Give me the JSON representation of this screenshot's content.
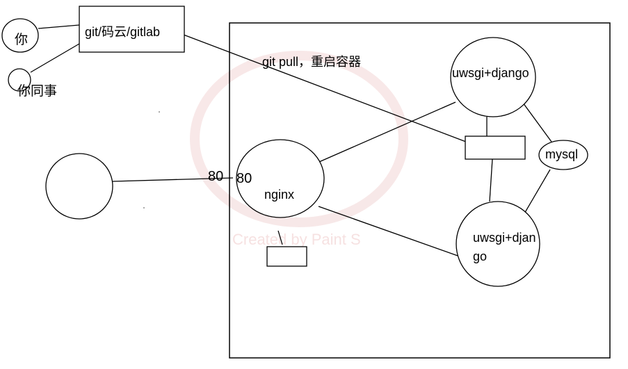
{
  "labels": {
    "you": "你",
    "colleague": "你同事",
    "repo": "git/码云/gitlab",
    "deploy_note": "git pull，重启容器",
    "django_top": "uwsgi+django",
    "mysql": "mysql",
    "port_left": "80",
    "port_right": "80",
    "nginx": "nginx",
    "django_bottom_line1": "uwsgi+djan",
    "django_bottom_line2": "go"
  },
  "watermark": "Created by Paint S",
  "colors": {
    "stroke": "#000000",
    "background": "#ffffff",
    "watermark": "#f6dede"
  }
}
